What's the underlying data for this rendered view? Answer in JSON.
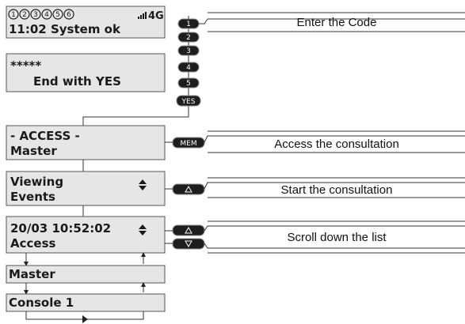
{
  "screens": {
    "home": {
      "indicators": [
        "1",
        "2",
        "3",
        "4",
        "5",
        "6"
      ],
      "signal": "4G",
      "line2": "11:02  System ok"
    },
    "code": {
      "line1": "*****",
      "line2": "End with YES"
    },
    "access": {
      "line1": "- ACCESS -",
      "line2": "Master"
    },
    "viewing": {
      "line1": "Viewing",
      "line2": "Events"
    },
    "event": {
      "line1": " 20/03   10:52:02",
      "line2": "Access"
    },
    "list1": {
      "line1": "Master"
    },
    "list2": {
      "line1": "Console 1"
    }
  },
  "keys": {
    "digits": [
      "1",
      "2",
      "3",
      "4",
      "5"
    ],
    "yes": "YES",
    "mem": "MEM",
    "up_icon": "triangle-up-icon",
    "down_icon": "triangle-down-icon"
  },
  "descriptions": {
    "enter_code": "Enter the Code",
    "access_consultation": "Access the consultation",
    "start_consultation": "Start the consultation",
    "scroll_list": "Scroll down the list"
  },
  "colors": {
    "screen_fill": "#e6e6e6",
    "key_fill": "#1e1e1e",
    "line": "#333333"
  }
}
